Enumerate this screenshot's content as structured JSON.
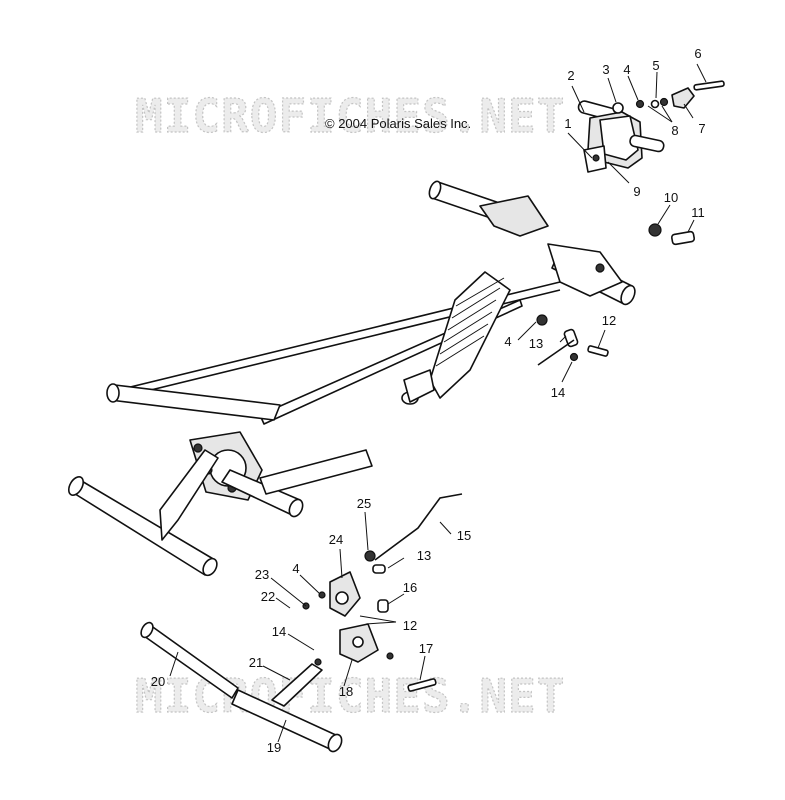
{
  "copyright": "© 2004 Polaris Sales Inc.",
  "watermark": "MICROFICHES.NET",
  "callouts": {
    "c1": "1",
    "c2": "2",
    "c3": "3",
    "c4a": "4",
    "c4b": "4",
    "c4c": "4",
    "c5": "5",
    "c6": "6",
    "c7": "7",
    "c8": "8",
    "c9": "9",
    "c10": "10",
    "c11": "11",
    "c12a": "12",
    "c12b": "12",
    "c13a": "13",
    "c13b": "13",
    "c14a": "14",
    "c14b": "14",
    "c15": "15",
    "c16": "16",
    "c17": "17",
    "c18": "18",
    "c19": "19",
    "c20": "20",
    "c21": "21",
    "c22": "22",
    "c23": "23",
    "c24": "24",
    "c25": "25"
  }
}
